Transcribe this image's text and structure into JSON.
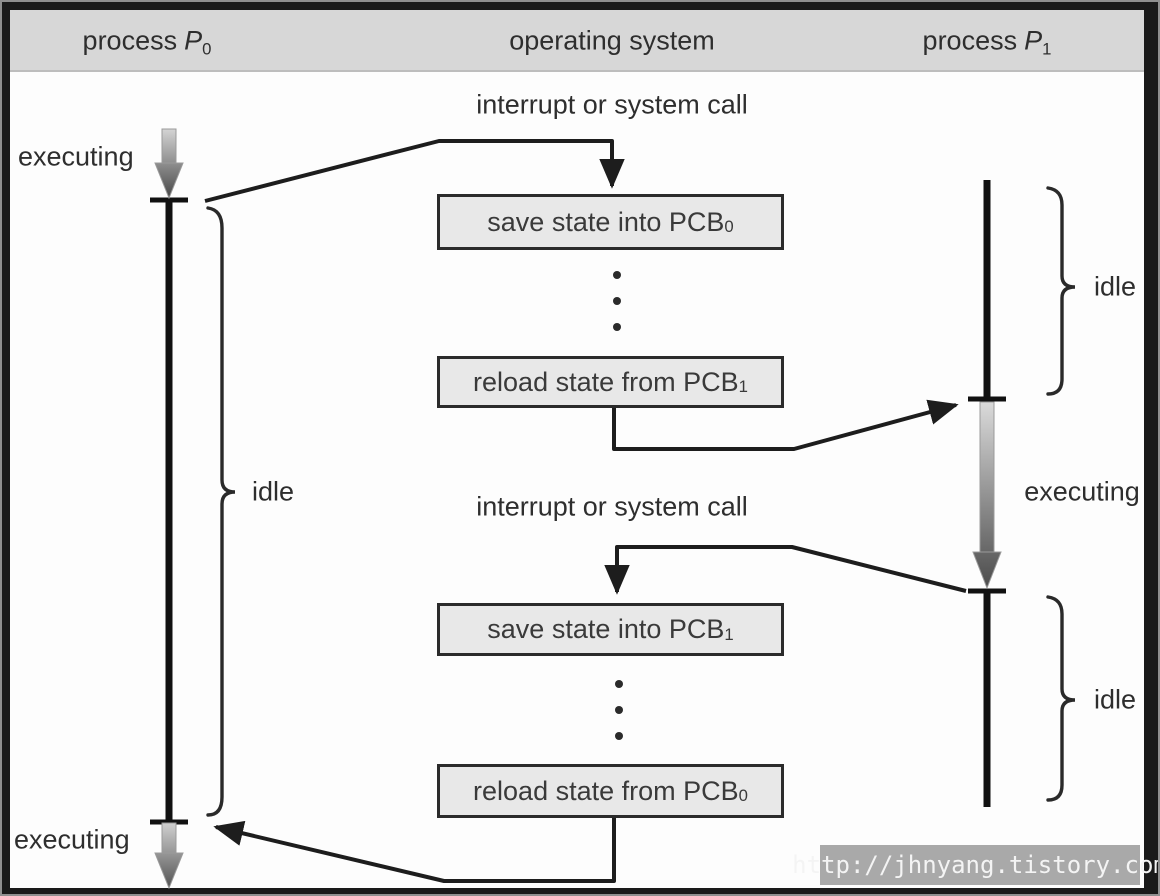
{
  "colors": {
    "frame": "#1a1a1a",
    "frame_rim": "#8f8f8f",
    "canvas": "#fdfdfd",
    "header_band": "#d7d7d7",
    "box_fill": "#e8e8e8",
    "box_border": "#2b2b2b",
    "line": "#1d1d1d",
    "gradient_arrow_light": "#d6d6d6",
    "gradient_arrow_dark": "#474747",
    "watermark_bg": "#a9a9a9",
    "watermark_text": "#f4f4f4"
  },
  "header": {
    "p0": {
      "word": "process",
      "var": "P",
      "sub": "0"
    },
    "os": {
      "label": "operating system"
    },
    "p1": {
      "word": "process",
      "var": "P",
      "sub": "1"
    }
  },
  "labels": {
    "interrupt_top": "interrupt or system call",
    "interrupt_bottom": "interrupt or system call",
    "executing_p0_top": "executing",
    "executing_p0_bottom": "executing",
    "executing_p1": "executing",
    "idle_p0": "idle",
    "idle_p1_top": "idle",
    "idle_p1_bottom": "idle"
  },
  "boxes": [
    {
      "text": "save state into PCB",
      "sub": "0"
    },
    {
      "text": "reload state from PCB",
      "sub": "1"
    },
    {
      "text": "save state into PCB",
      "sub": "1"
    },
    {
      "text": "reload state from PCB",
      "sub": "0"
    }
  ],
  "watermark": "http://jhnyang.tistory.com"
}
